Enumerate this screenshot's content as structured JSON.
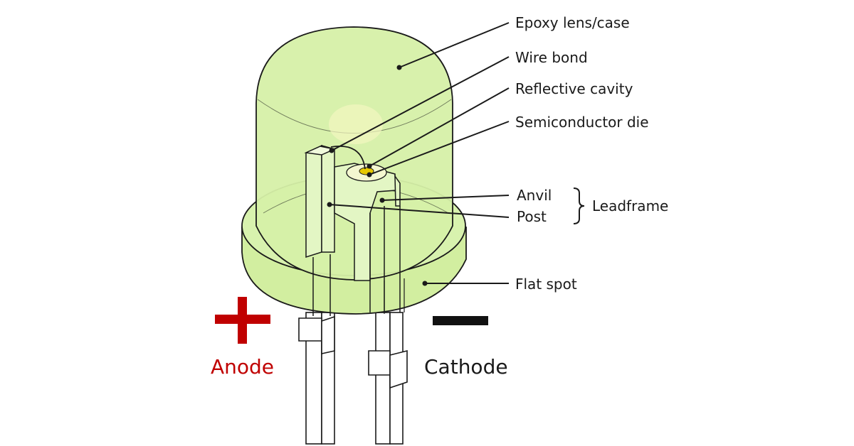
{
  "labels": {
    "epoxy": "Epoxy lens/case",
    "wire_bond": "Wire bond",
    "reflective_cavity": "Reflective cavity",
    "semiconductor_die": "Semiconductor die",
    "anvil": "Anvil",
    "post": "Post",
    "leadframe": "Leadframe",
    "flat_spot": "Flat spot"
  },
  "terminals": {
    "anode": "Anode",
    "cathode": "Cathode"
  },
  "colors": {
    "lens_fill": "#d6f0a8",
    "outline": "#1a1a1a",
    "anode": "#c00000",
    "cathode": "#111111"
  }
}
